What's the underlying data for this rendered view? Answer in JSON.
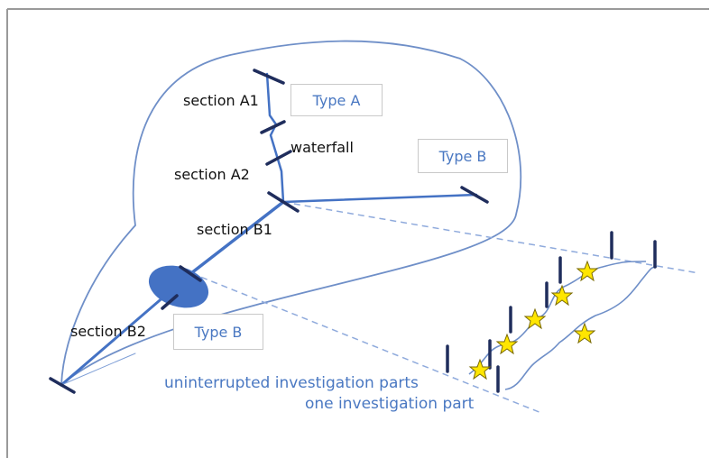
{
  "labels": {
    "section_a1": "section A1",
    "waterfall": "waterfall",
    "section_a2": "section A2",
    "section_b1": "section B1",
    "section_b2": "section B2"
  },
  "type_boxes": {
    "type_a": "Type A",
    "type_b_right": "Type B",
    "type_b_lower": "Type B"
  },
  "captions": {
    "uninterrupted": "uninterrupted investigation parts",
    "one_part": "one investigation part"
  },
  "colors": {
    "river": "#4472c4",
    "marker": "#1f2d5c",
    "outline": "#6f8fc8",
    "star_fill": "#ffe600",
    "text_blue": "#4a78c2"
  }
}
